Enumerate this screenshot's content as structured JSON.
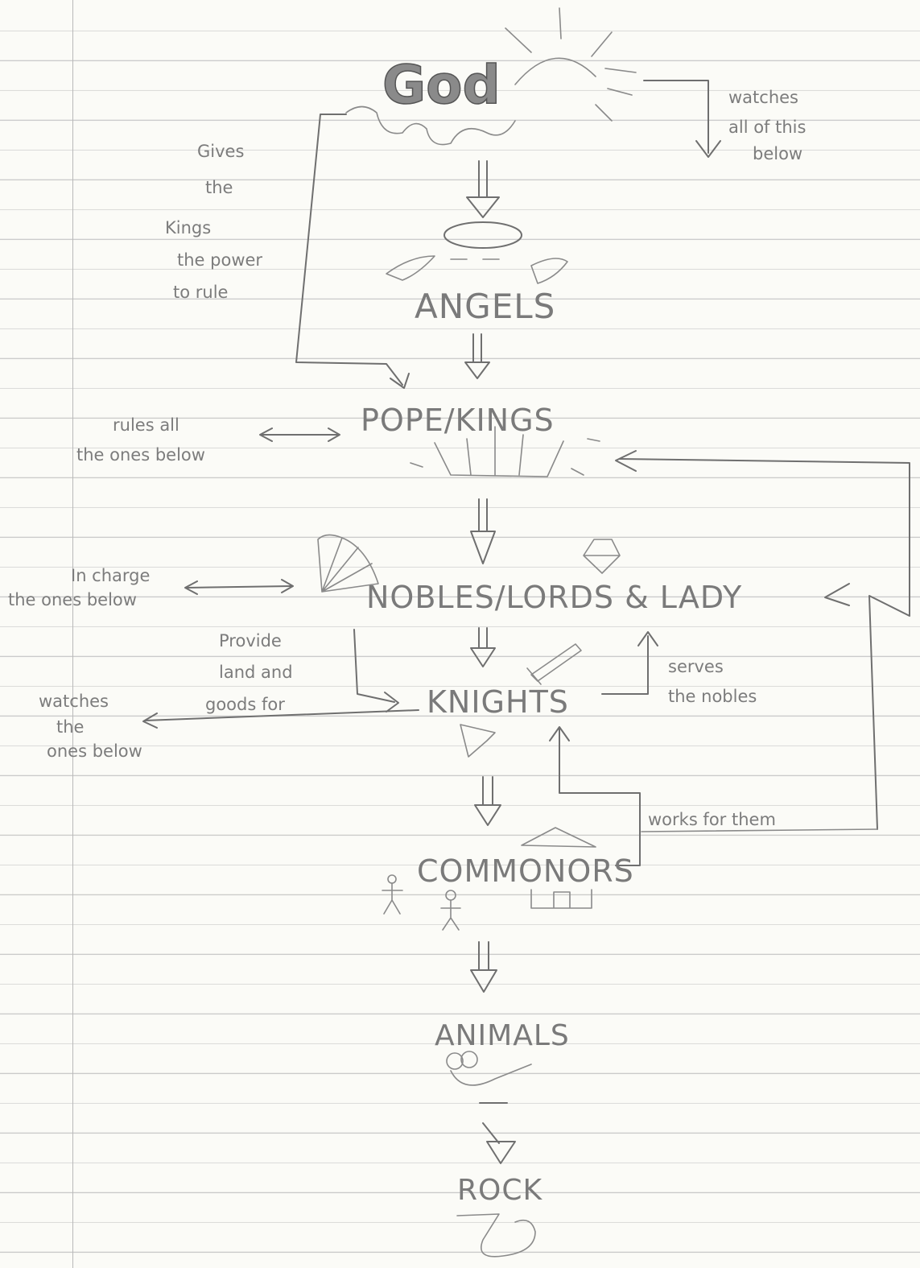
{
  "levels": {
    "god": "God",
    "angels": "ANGELS",
    "pope_kings": "POPE/KINGS",
    "nobles": "NOBLES/LORDS & LADY",
    "knights": "KNIGHTS",
    "commoners": "COMMONORS",
    "animals": "ANIMALS",
    "rock": "ROCK"
  },
  "notes": {
    "watches_all": [
      "watches",
      "all of this",
      "below"
    ],
    "gives_kings": [
      "Gives",
      "the",
      "Kings",
      "the power",
      "to rule"
    ],
    "rules_all": [
      "rules all",
      "the ones below"
    ],
    "in_charge": [
      "In charge",
      "the ones below"
    ],
    "provide_land": [
      "Provide",
      "land and",
      "goods for"
    ],
    "serves_nobles": [
      "serves",
      "the nobles"
    ],
    "watches_ones": [
      "watches",
      "the",
      "ones below"
    ],
    "works_for_them": "works for them"
  },
  "colors": {
    "pencil": "#6f6f6f",
    "paper": "#fbfbf7",
    "rule_line": "#c9c9c9"
  }
}
